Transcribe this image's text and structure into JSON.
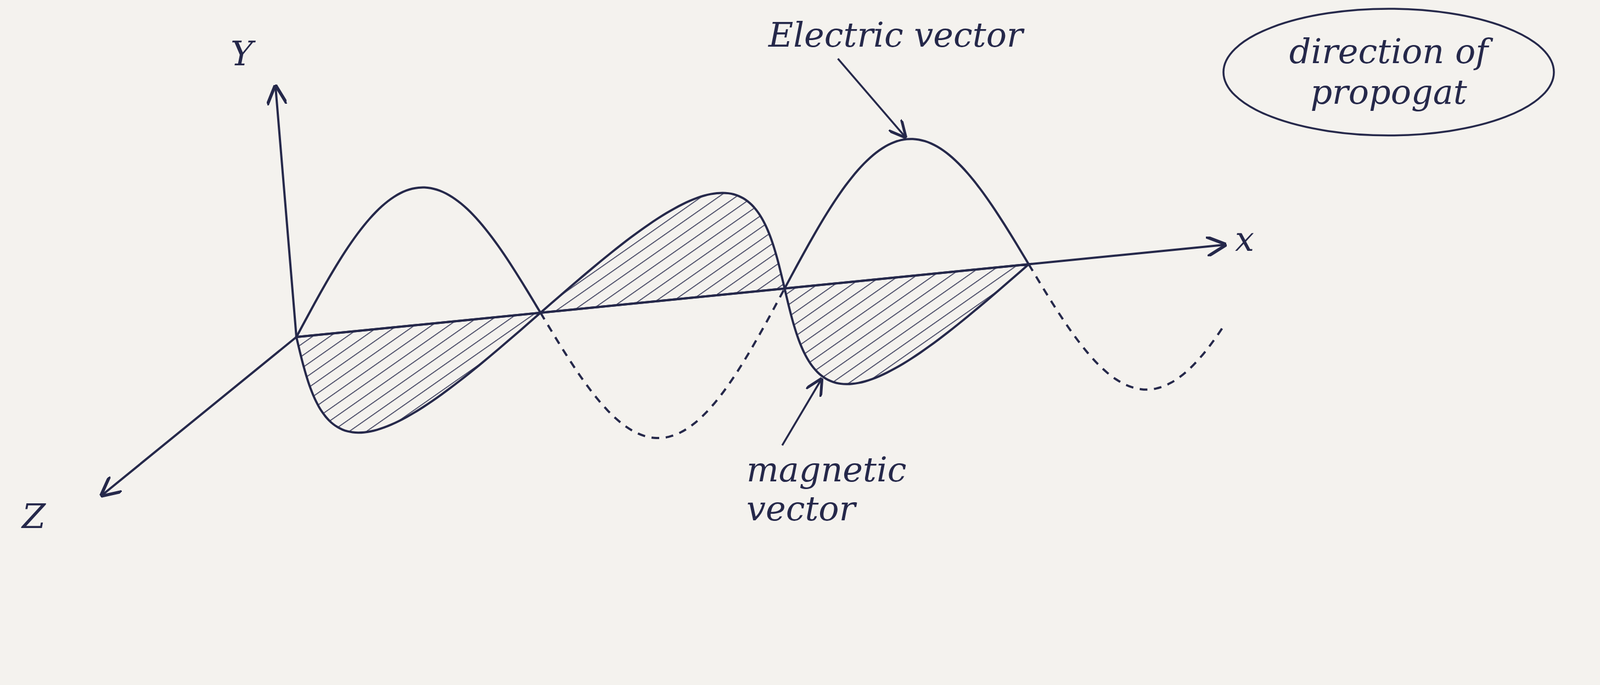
{
  "diagram": {
    "nodes": [
      {
        "text": [
          "direction of propogat"
        ]
      }
    ],
    "labels": [
      "Y",
      "Z",
      "x",
      "Electric vector",
      "magnetic vector"
    ]
  }
}
